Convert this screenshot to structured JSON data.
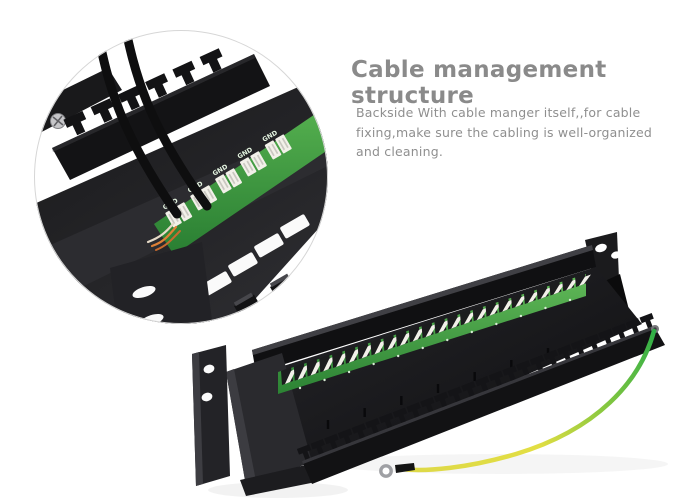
{
  "heading": {
    "title": "Cable management structure"
  },
  "description": {
    "line1": "Backside With cable manger itself,,for cable",
    "line2": "fixing,make sure the cabling is well-organized",
    "line3": "and cleaning."
  },
  "inset": {
    "gnd_label": "GND",
    "gnd_connector_groups": 5,
    "comb_teeth_visible": 6,
    "label_windows": 4,
    "rj45_jacks": 3
  },
  "product": {
    "port_count": 24,
    "comb_teeth": 26
  },
  "colors": {
    "text_gray": "#8a8a8a",
    "chassis_black": "#141416",
    "comb_black": "#141417",
    "pcb_green": "#2f8f3a",
    "connector_white": "#f2f0e9",
    "wire_yellow": "#ded949",
    "wire_green": "#2fae47",
    "gnd_text_color": "#e4f4e0",
    "background": "#ffffff"
  }
}
